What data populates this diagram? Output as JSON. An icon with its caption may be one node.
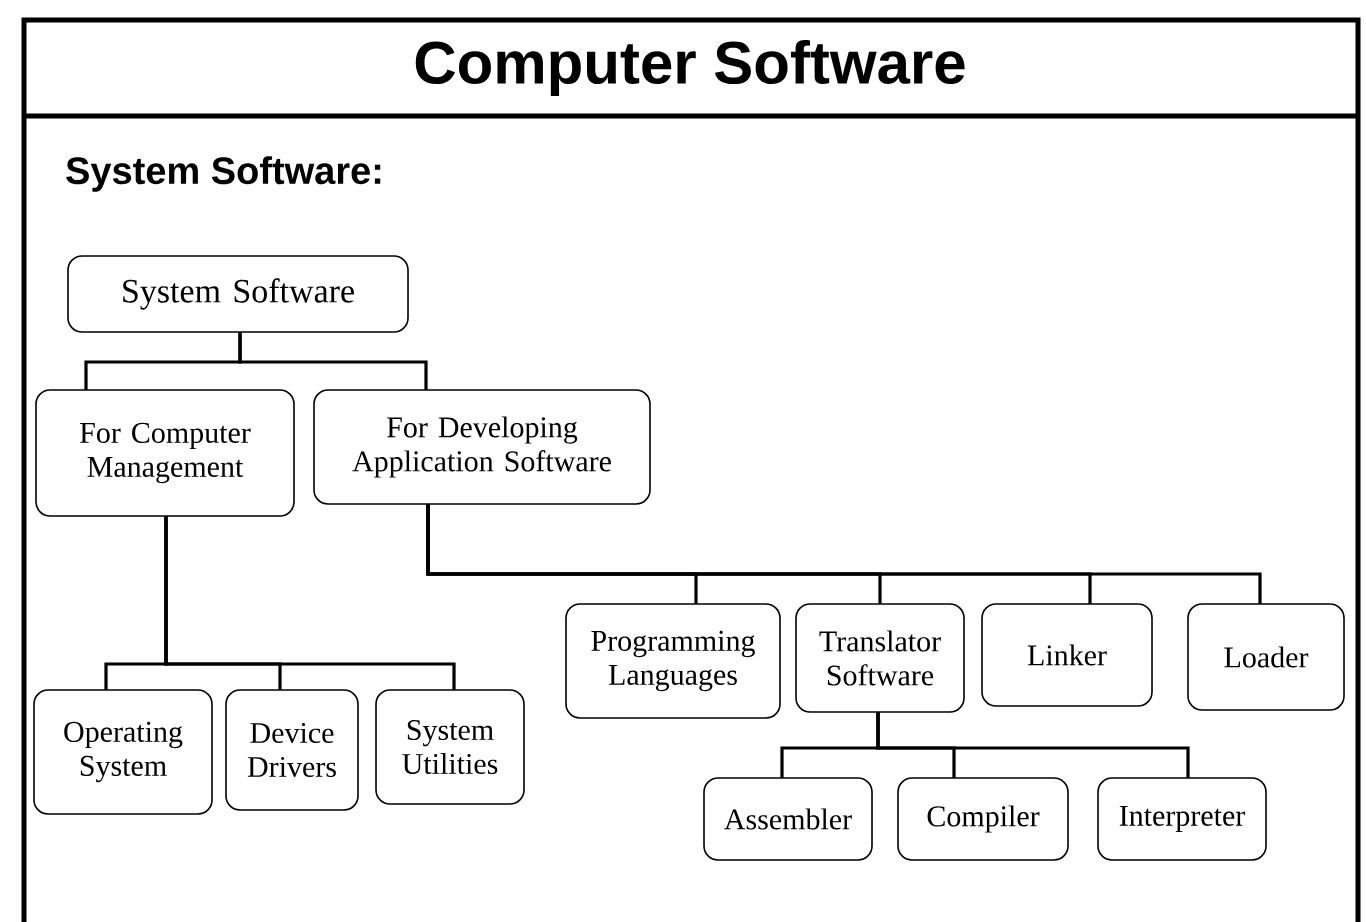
{
  "diagram": {
    "title": "Computer Software",
    "nodes": [
      {
        "text": [
          "System Software"
        ]
      },
      {
        "text": [
          "For Computer Management"
        ]
      },
      {
        "text": [
          "For Developing Application Software"
        ]
      },
      {
        "text": [
          "Operating System"
        ]
      },
      {
        "text": [
          "Device Drivers"
        ]
      },
      {
        "text": [
          "System Utilities"
        ]
      },
      {
        "text": [
          "Programming Languages"
        ]
      },
      {
        "text": [
          "Translator Software"
        ]
      },
      {
        "text": [
          "Linker"
        ]
      },
      {
        "text": [
          "Loader"
        ]
      },
      {
        "text": [
          "Assembler"
        ]
      },
      {
        "text": [
          "Compiler"
        ]
      },
      {
        "text": [
          "Interpreter"
        ]
      }
    ],
    "edges": [
      {
        "from": 0,
        "to": 1,
        "arrow": "none"
      },
      {
        "from": 0,
        "to": 2,
        "arrow": "none"
      },
      {
        "from": 1,
        "to": 3,
        "arrow": "none"
      },
      {
        "from": 1,
        "to": 4,
        "arrow": "none"
      },
      {
        "from": 1,
        "to": 5,
        "arrow": "none"
      },
      {
        "from": 2,
        "to": 6,
        "arrow": "none"
      },
      {
        "from": 2,
        "to": 7,
        "arrow": "none"
      },
      {
        "from": 2,
        "to": 8,
        "arrow": "none"
      },
      {
        "from": 2,
        "to": 9,
        "arrow": "none"
      },
      {
        "from": 7,
        "to": 10,
        "arrow": "none"
      },
      {
        "from": 7,
        "to": 11,
        "arrow": "none"
      },
      {
        "from": 7,
        "to": 12,
        "arrow": "none"
      }
    ],
    "labels": [
      "System Software:"
    ]
  }
}
